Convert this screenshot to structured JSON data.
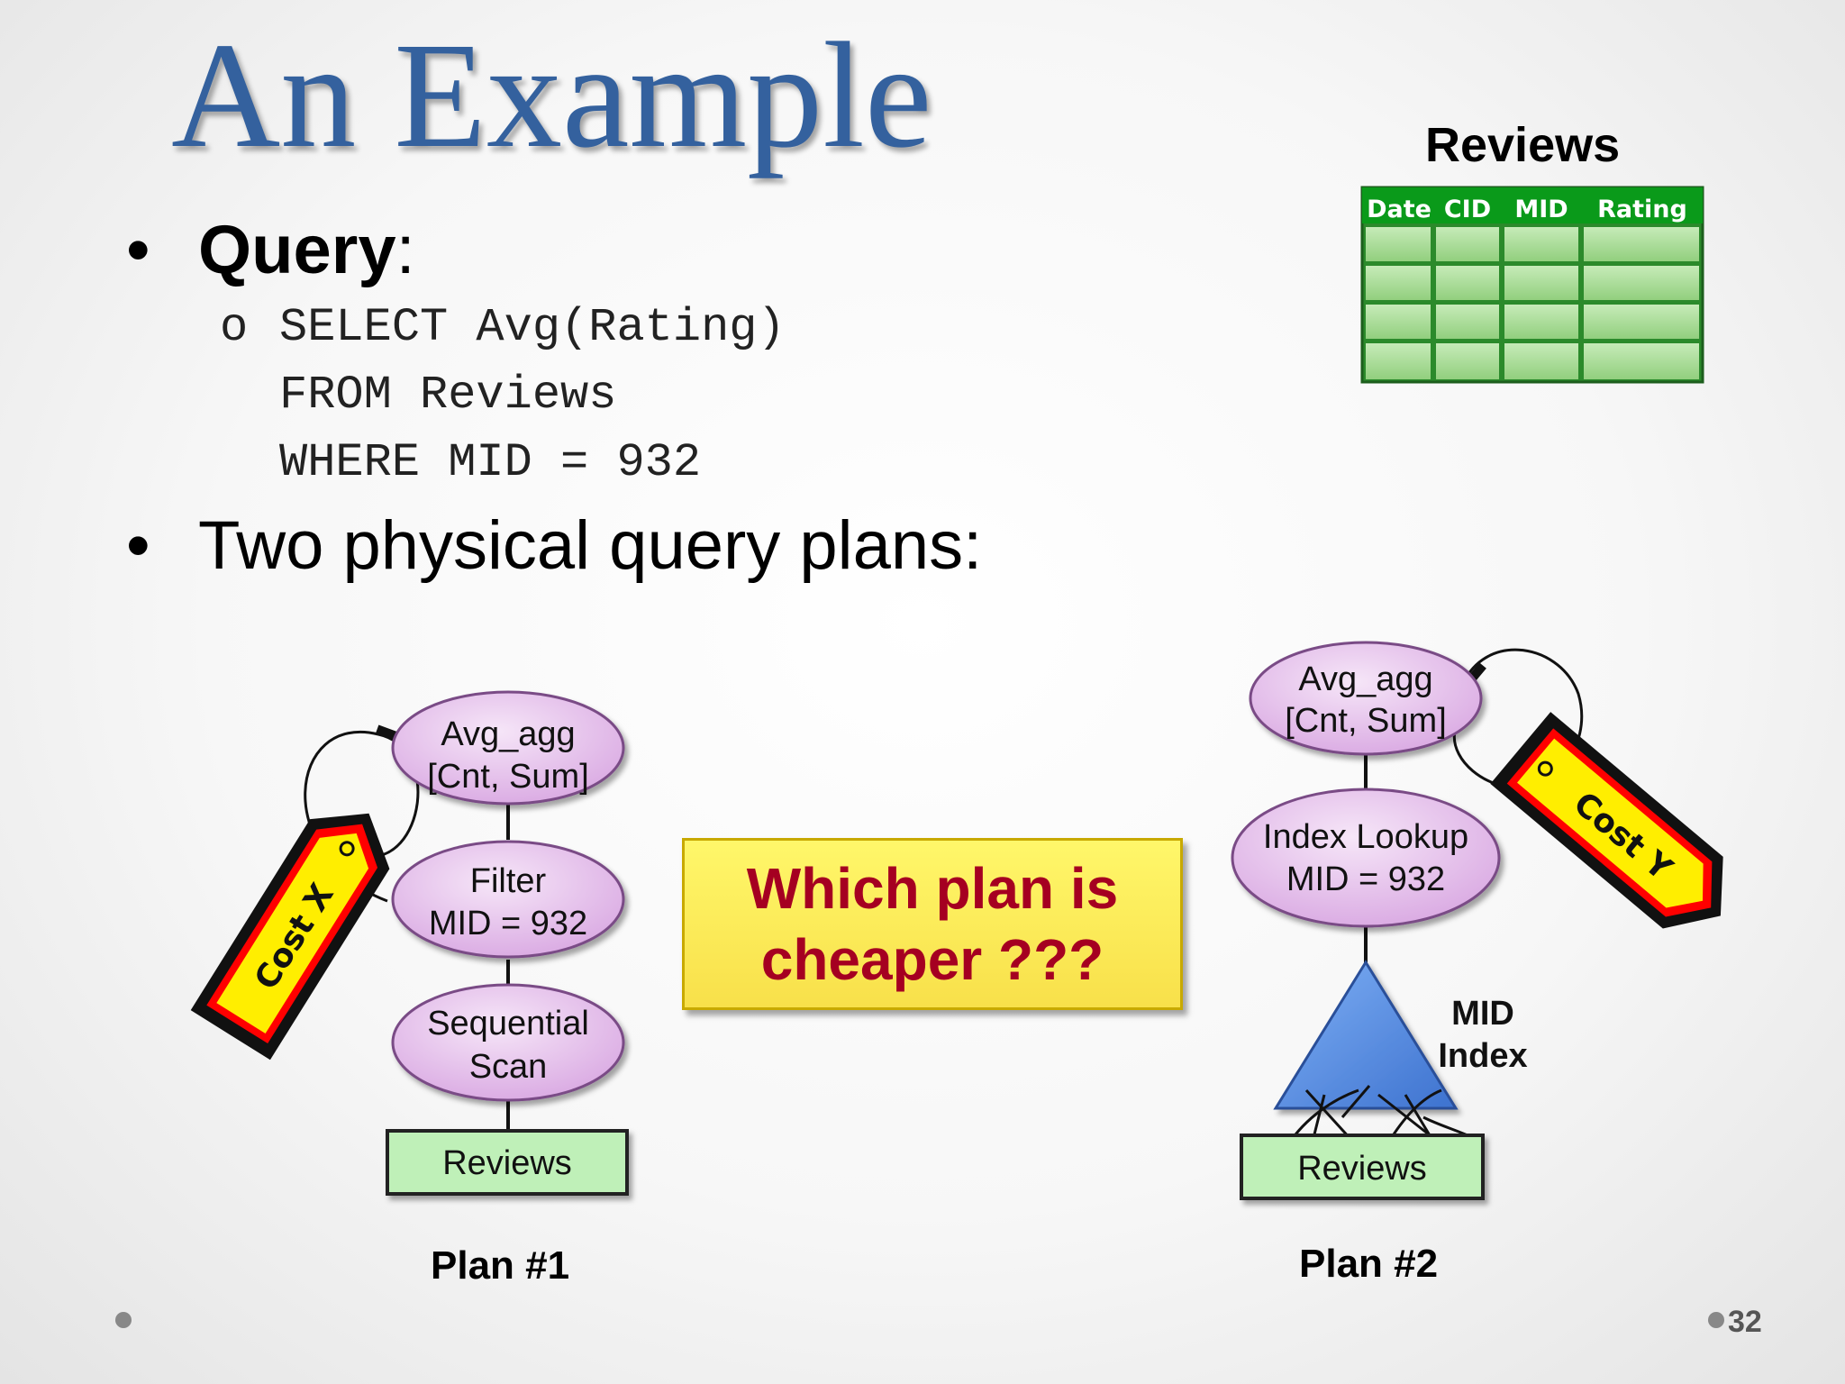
{
  "title": "An Example",
  "bullets": {
    "query_label": "Query",
    "query_colon": ":",
    "sub_marker": "o",
    "code_lines": [
      "SELECT Avg(Rating)",
      "FROM Reviews",
      "WHERE MID = 932"
    ],
    "plans_text": "Two physical query plans:"
  },
  "reviews_table": {
    "title": "Reviews",
    "columns": [
      "Date",
      "CID",
      "MID",
      "Rating"
    ]
  },
  "plan1": {
    "nodes": [
      {
        "line1": "Avg_agg",
        "line2": "[Cnt, Sum]"
      },
      {
        "line1": "Filter",
        "line2": "MID = 932"
      },
      {
        "line1": "Sequential",
        "line2": "Scan"
      }
    ],
    "table": "Reviews",
    "cost_tag": "Cost X",
    "label": "Plan #1"
  },
  "plan2": {
    "nodes": [
      {
        "line1": "Avg_agg",
        "line2": "[Cnt, Sum]"
      },
      {
        "line1": "Index Lookup",
        "line2": "MID = 932"
      }
    ],
    "index_label": [
      "MID",
      "Index"
    ],
    "table": "Reviews",
    "cost_tag": "Cost Y",
    "label": "Plan #2"
  },
  "question": [
    "Which plan is",
    "cheaper ???"
  ],
  "slide_number": "32",
  "colors": {
    "title": "#34619e",
    "node_fill": "#e9c8ef",
    "node_stroke": "#7a4b86",
    "table_green": "#0a9a1a",
    "cell_green": "#a7dc94",
    "question_text": "#a50021",
    "triangle": "#5b8fe0",
    "tag_yellow": "#ffee00",
    "tag_red": "#ff0000"
  }
}
